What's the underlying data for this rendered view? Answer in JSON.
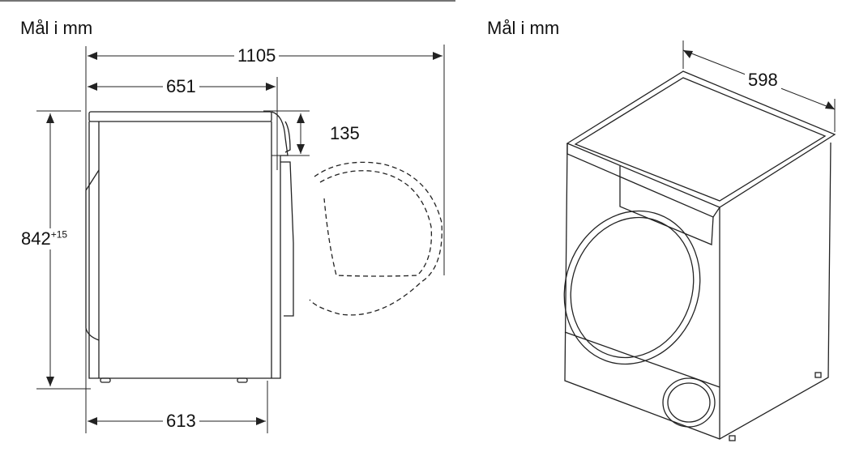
{
  "side_view": {
    "unit_label": "Mål i mm",
    "depth_door_open": "1105",
    "depth_with_door": "651",
    "depth_body": "613",
    "height": "842",
    "height_tolerance": "+15",
    "control_panel_height": "135"
  },
  "iso_view": {
    "unit_label": "Mål i mm",
    "width": "598"
  }
}
